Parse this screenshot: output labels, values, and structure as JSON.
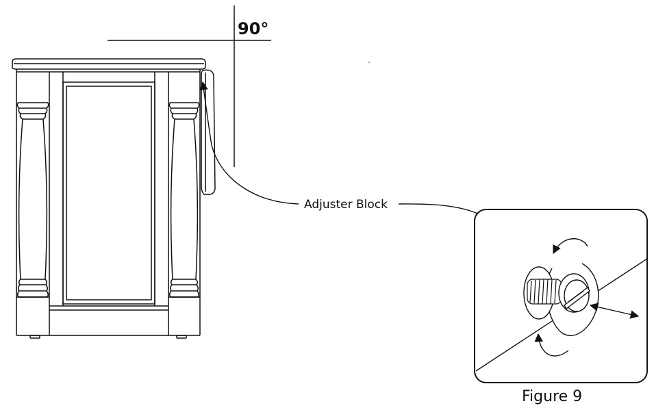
{
  "angle": {
    "label": "90°"
  },
  "callout": {
    "label": "Adjuster Block"
  },
  "figure": {
    "caption": "Figure 9"
  },
  "colors": {
    "line": "#111111",
    "background": "#ffffff"
  }
}
